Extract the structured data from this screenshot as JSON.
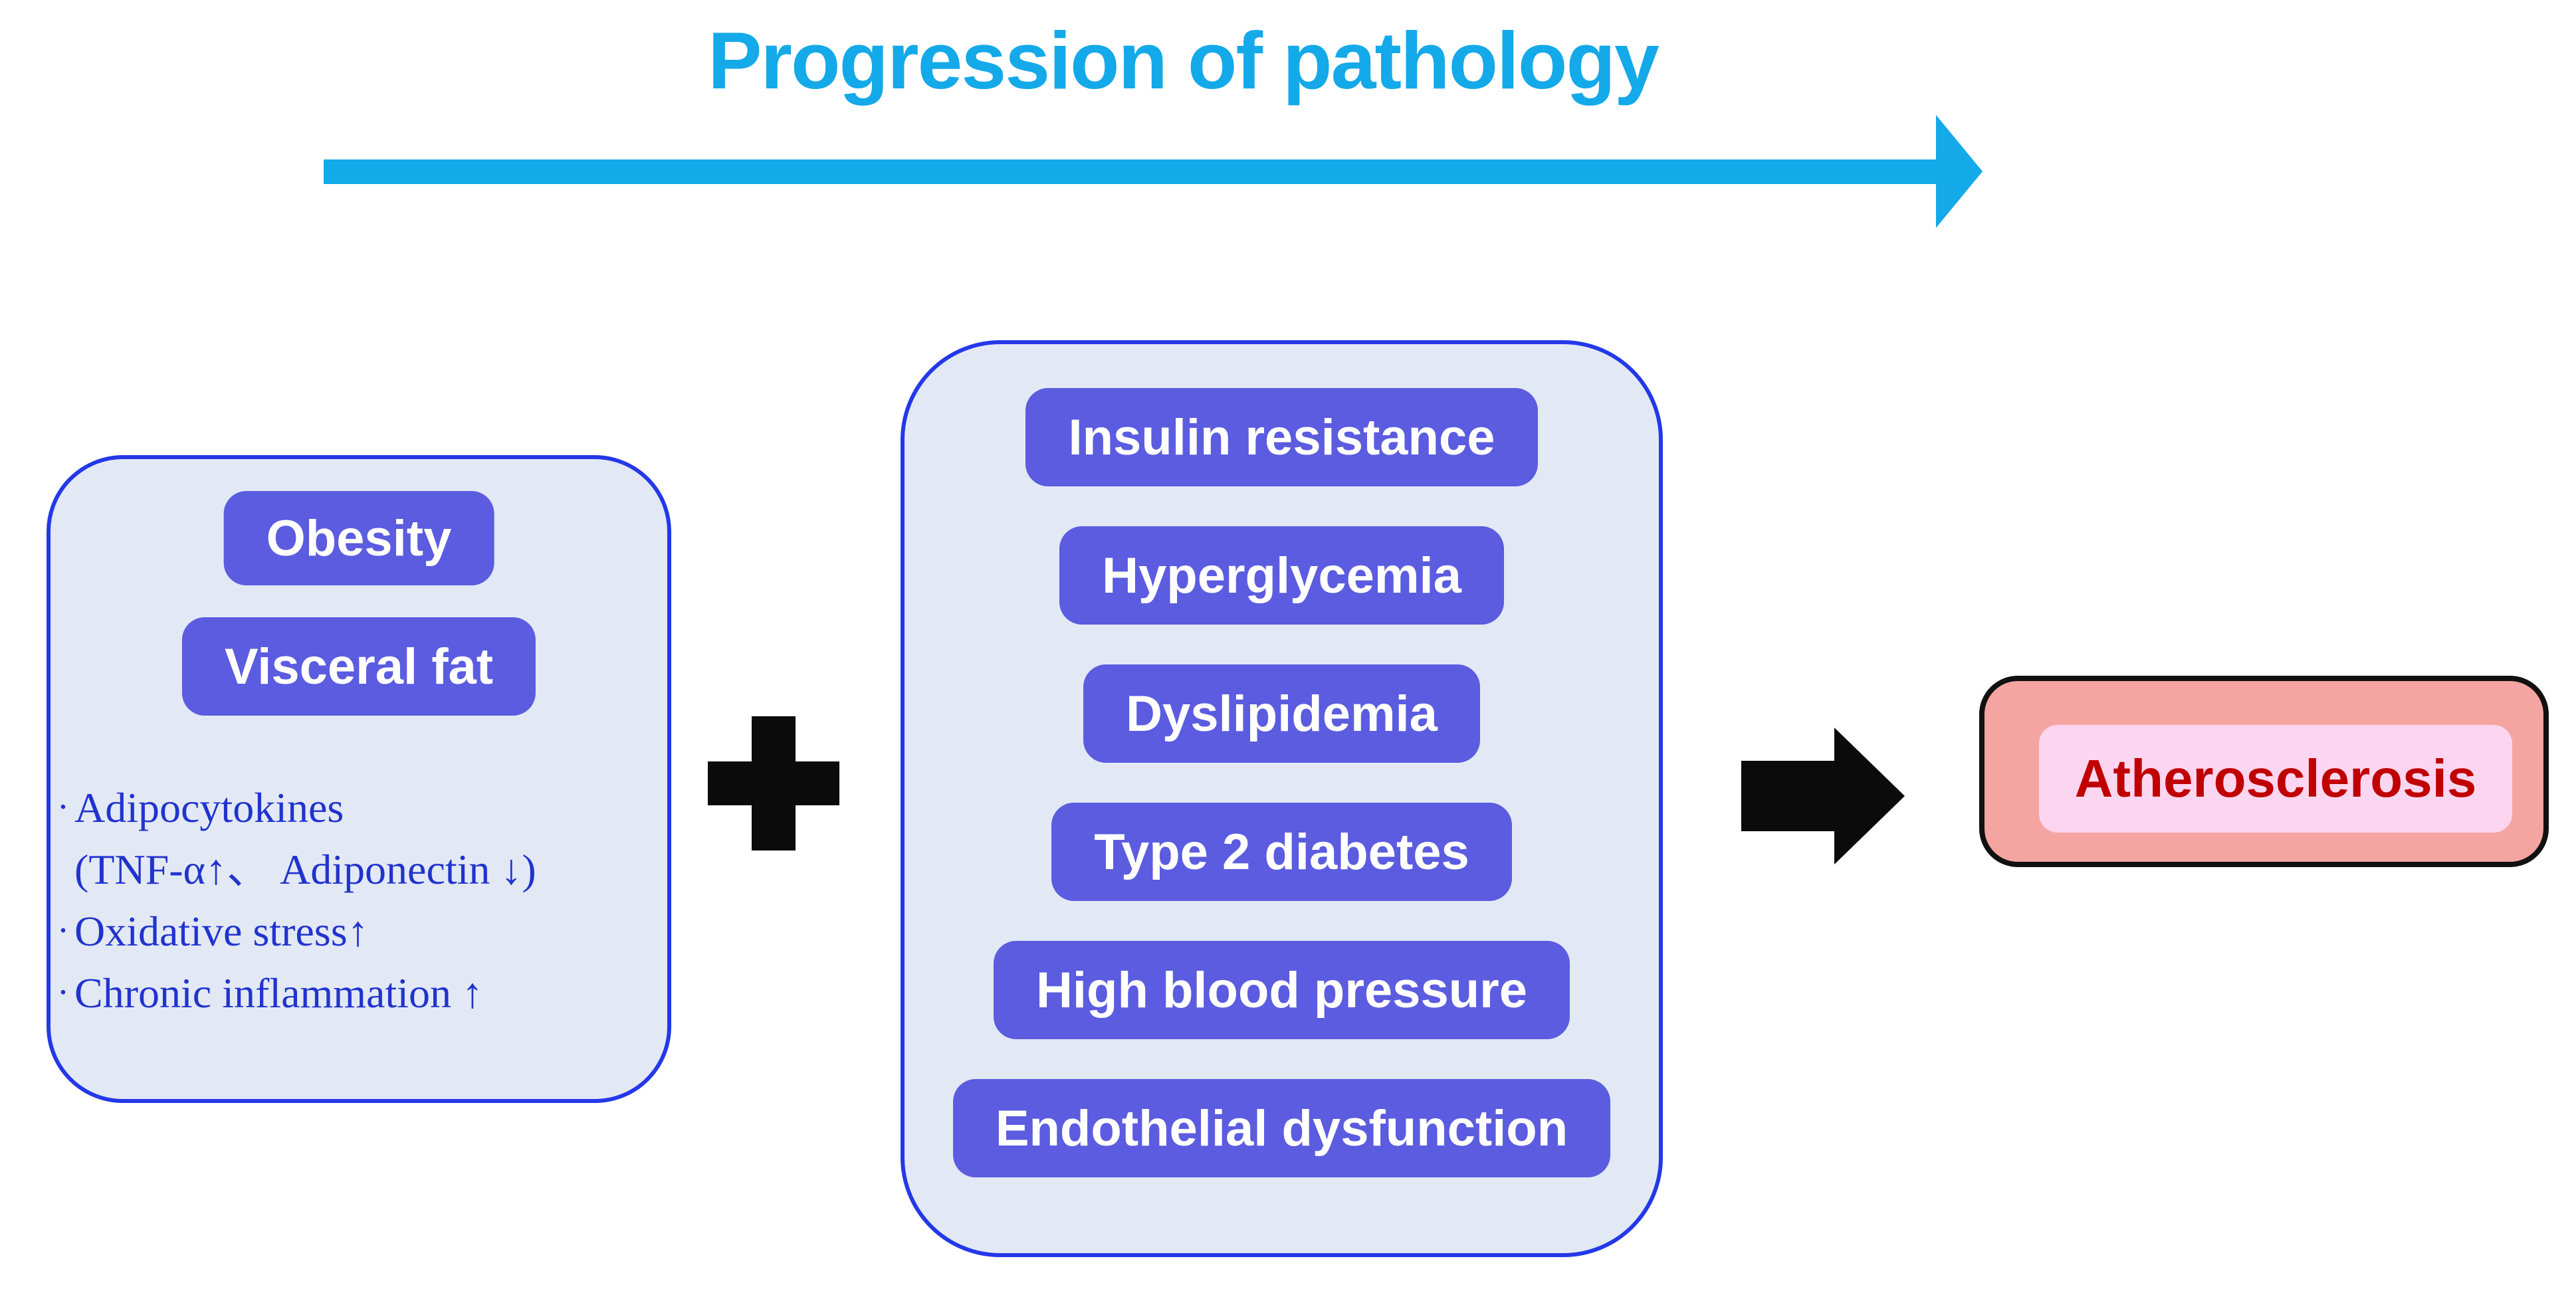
{
  "header": {
    "title": "Progression of pathology"
  },
  "progression_arrow": {
    "icon": "arrow-right-icon"
  },
  "left_box": {
    "chips": [
      {
        "label": "Obesity"
      },
      {
        "label": "Visceral fat"
      }
    ],
    "bullets": [
      {
        "marker": "·",
        "text": "Adipocytokines"
      },
      {
        "marker": "",
        "text": "(TNF-α↑、 Adiponectin ↓)"
      },
      {
        "marker": "·",
        "text": "Oxidative stress↑"
      },
      {
        "marker": "·",
        "text": "Chronic inflammation ↑"
      }
    ]
  },
  "operator": {
    "icon": "plus-icon"
  },
  "middle_box": {
    "chips": [
      {
        "label": "Insulin resistance"
      },
      {
        "label": "Hyperglycemia"
      },
      {
        "label": "Dyslipidemia"
      },
      {
        "label": "Type 2 diabetes"
      },
      {
        "label": "High blood pressure"
      },
      {
        "label": "Endothelial dysfunction"
      }
    ]
  },
  "flow_arrow": {
    "icon": "arrow-right-icon"
  },
  "outcome_box": {
    "label": "Atherosclerosis"
  },
  "colors": {
    "accent_cyan": "#14a9e9",
    "pill_blue": "#5b5cdf",
    "panel_fill": "#e2e9f5",
    "panel_border": "#2438e8",
    "bullet_text": "#2133ce",
    "outcome_fill": "#f5a5a1",
    "outcome_inner": "#fcd6f0",
    "outcome_text": "#c00000",
    "arrow_black": "#0b0b0b"
  }
}
